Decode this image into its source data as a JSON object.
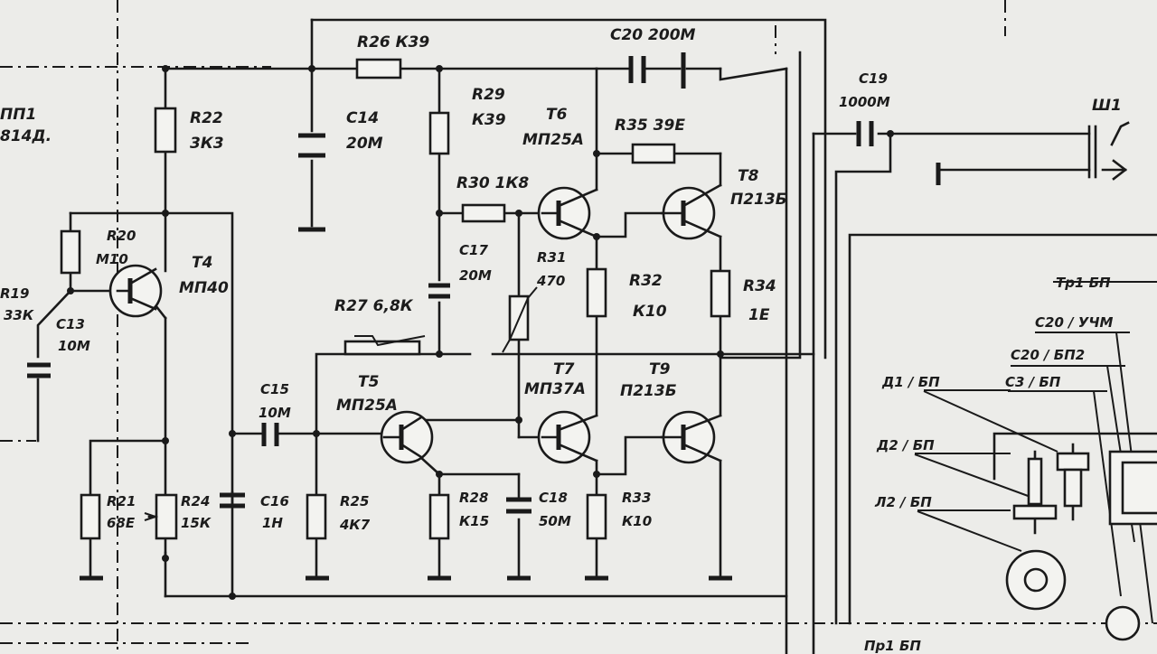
{
  "labels": {
    "vd1_a": "ПП1",
    "vd1_b": "814Д.",
    "r19_a": "R19",
    "r19_b": "33К",
    "c13_a": "С13",
    "c13_b": "10М",
    "r20_a": "R20",
    "r20_b": "М10",
    "r22_a": "R22",
    "r22_b": "3К3",
    "t4_a": "Т4",
    "t4_b": "МП40",
    "r21_a": "R21",
    "r21_b": "68Е",
    "r24_a": "R24",
    "r24_b": "15К",
    "r26": "R26  К39",
    "c14_a": "С14",
    "c14_b": "20М",
    "r29_a": "R29",
    "r29_b": "К39",
    "r30": "R30  1К8",
    "c17_a": "С17",
    "c17_b": "20М",
    "r27": "R27  6,8К",
    "c15_a": "С15",
    "c15_b": "10М",
    "c16_a": "С16",
    "c16_b": "1Н",
    "t5_a": "Т5",
    "t5_b": "МП25А",
    "r25_a": "R25",
    "r25_b": "4К7",
    "r28_a": "R28",
    "r28_b": "К15",
    "c18_a": "С18",
    "c18_b": "50М",
    "c20": "С20   200М",
    "t6_a": "Т6",
    "t6_b": "МП25А",
    "r35": "R35   39Е",
    "t8_a": "Т8",
    "t8_b": "П213Б",
    "r31_a": "R31",
    "r31_b": "470",
    "r32_a": "R32",
    "r32_b": "К10",
    "r34_a": "R34",
    "r34_b": "1Е",
    "t7_a": "Т7",
    "t7_b": "МП37А",
    "t9_a": "Т9",
    "t9_b": "П213Б",
    "r33_a": "R33",
    "r33_b": "К10",
    "c19_a": "С19",
    "c19_b": "1000М",
    "sh1": "Ш1",
    "tr_bp": "Тр1 БП",
    "c20_uchm": "С20 / УЧМ",
    "c20_bp2": "С20 / БП2",
    "c3_bp": "С3 / БП",
    "d1_bp": "Д1 / БП",
    "d2_bp": "Д2 / БП",
    "l2_bp": "Л2 / БП",
    "bottom": "Пр1 БП"
  }
}
